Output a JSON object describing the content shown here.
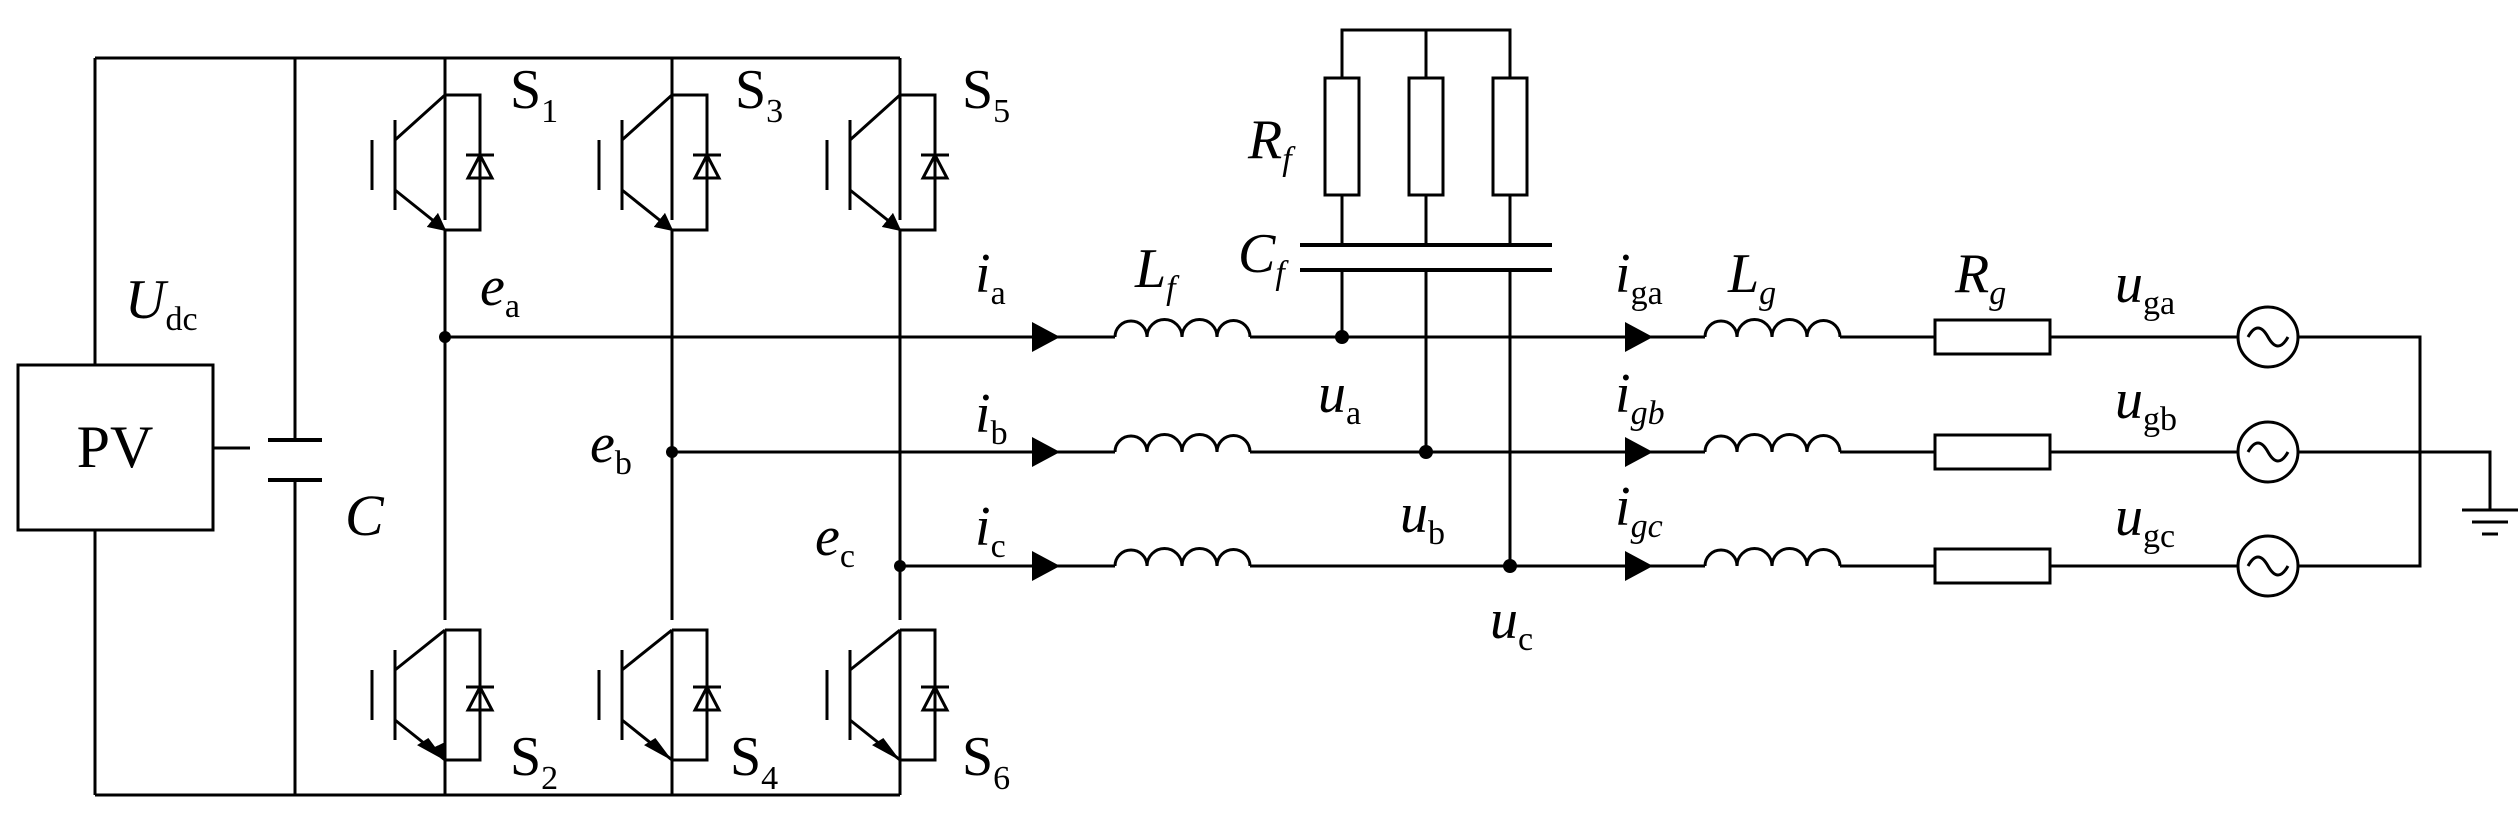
{
  "diagram": {
    "source": {
      "pv": "PV",
      "voltage": "U",
      "voltage_sub": "dc"
    },
    "capacitor": {
      "label": "C"
    },
    "switches": [
      {
        "S": "S",
        "n": "1"
      },
      {
        "S": "S",
        "n": "3"
      },
      {
        "S": "S",
        "n": "5"
      },
      {
        "S": "S",
        "n": "2"
      },
      {
        "S": "S",
        "n": "4"
      },
      {
        "S": "S",
        "n": "6"
      }
    ],
    "leg_voltages": [
      {
        "sym": "e",
        "sub": "a"
      },
      {
        "sym": "e",
        "sub": "b"
      },
      {
        "sym": "e",
        "sub": "c"
      }
    ],
    "inverter_currents": [
      {
        "sym": "i",
        "sub": "a"
      },
      {
        "sym": "i",
        "sub": "b"
      },
      {
        "sym": "i",
        "sub": "c"
      }
    ],
    "filter": {
      "Lf": {
        "sym": "L",
        "sub": "f"
      },
      "Cf": {
        "sym": "C",
        "sub": "f"
      },
      "Rf": {
        "sym": "R",
        "sub": "f"
      }
    },
    "node_voltages": [
      {
        "sym": "u",
        "sub": "a"
      },
      {
        "sym": "u",
        "sub": "b"
      },
      {
        "sym": "u",
        "sub": "c"
      }
    ],
    "grid_currents": [
      {
        "sym": "i",
        "sub": "ga"
      },
      {
        "sym": "i",
        "sub": "gb"
      },
      {
        "sym": "i",
        "sub": "gc"
      }
    ],
    "grid": {
      "Lg": {
        "sym": "L",
        "sub": "g"
      },
      "Rg": {
        "sym": "R",
        "sub": "g"
      }
    },
    "grid_voltages": [
      {
        "sym": "u",
        "sub": "ga"
      },
      {
        "sym": "u",
        "sub": "gb"
      },
      {
        "sym": "u",
        "sub": "gc"
      }
    ]
  }
}
